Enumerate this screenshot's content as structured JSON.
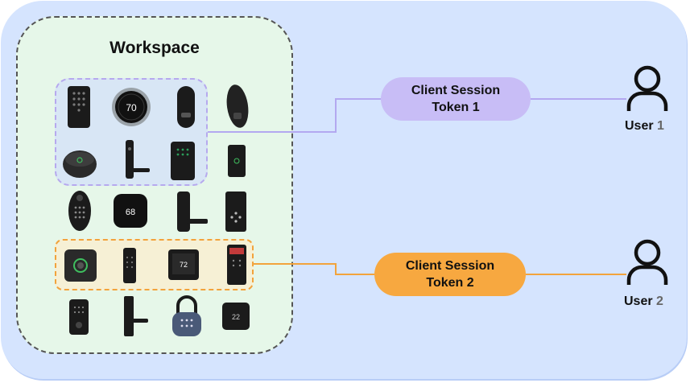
{
  "workspace": {
    "title": "Workspace"
  },
  "tokens": [
    {
      "line1": "Client Session",
      "line2": "Token 1",
      "color": "#c8bdf6"
    },
    {
      "line1": "Client Session",
      "line2": "Token 2",
      "color": "#f7a840"
    }
  ],
  "users": [
    {
      "label": "User",
      "number": "1"
    },
    {
      "label": "User",
      "number": "2"
    }
  ],
  "colors": {
    "outer_background": "#d5e4fe",
    "workspace_background": "#e6f7e9",
    "token_1_line": "#b3a8f0",
    "token_2_line": "#f2a33c"
  },
  "device_screens": {
    "thermostat_1": "70",
    "thermostat_2": "68",
    "thermostat_3": "72",
    "sensor": "22"
  }
}
